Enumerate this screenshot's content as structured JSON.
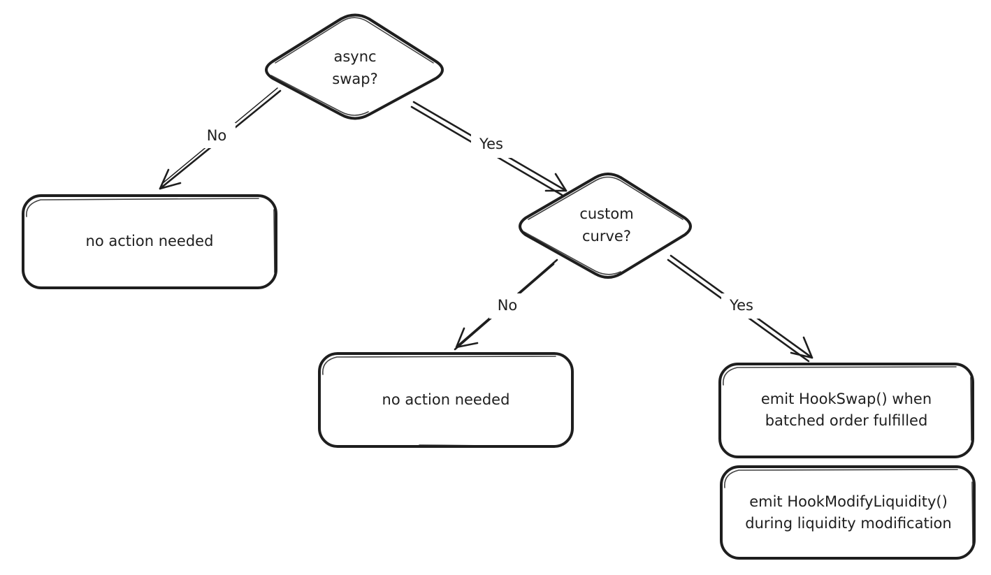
{
  "nodes": {
    "async_swap": {
      "line1": "async",
      "line2": "swap?"
    },
    "custom_curve": {
      "line1": "custom",
      "line2": "curve?"
    },
    "no_action_1": {
      "text": "no action needed"
    },
    "no_action_2": {
      "text": "no action needed"
    },
    "emit_hookswap": {
      "line1": "emit HookSwap() when",
      "line2": "batched order fulfilled"
    },
    "emit_modify": {
      "line1": "emit HookModifyLiquidity()",
      "line2": "during liquidity modification"
    }
  },
  "edges": {
    "async_no": "No",
    "async_yes": "Yes",
    "curve_no": "No",
    "curve_yes": "Yes"
  },
  "colors": {
    "stroke": "#1e1e1e",
    "background": "#ffffff"
  }
}
